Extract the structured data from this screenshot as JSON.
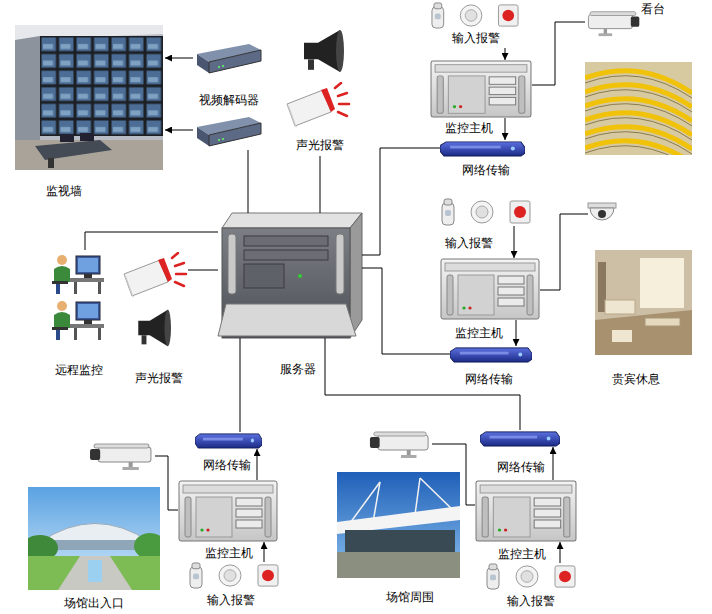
{
  "diagram": {
    "nodes": [
      {
        "text": [
          "监视墙"
        ]
      },
      {
        "text": [
          "视频解码器"
        ]
      },
      {
        "text": [
          "声光报警"
        ]
      },
      {
        "text": [
          "输入报警"
        ]
      },
      {
        "text": [
          "监控主机"
        ]
      },
      {
        "text": [
          "网络传输"
        ]
      },
      {
        "text": [
          "看台"
        ]
      },
      {
        "text": [
          "远程监控"
        ]
      },
      {
        "text": [
          "声光报警"
        ]
      },
      {
        "text": [
          "服务器"
        ]
      },
      {
        "text": [
          "输入报警"
        ]
      },
      {
        "text": [
          "监控主机"
        ]
      },
      {
        "text": [
          "网络传输"
        ]
      },
      {
        "text": [
          "贵宾休息"
        ]
      },
      {
        "text": [
          "场馆出入口"
        ]
      },
      {
        "text": [
          "网络传输"
        ]
      },
      {
        "text": [
          "监控主机"
        ]
      },
      {
        "text": [
          "输入报警"
        ]
      },
      {
        "text": [
          "场馆周围"
        ]
      },
      {
        "text": [
          "网络传输"
        ]
      },
      {
        "text": [
          "监控主机"
        ]
      },
      {
        "text": [
          "输入报警"
        ]
      }
    ],
    "edges": [
      {
        "from": 1,
        "to": 0,
        "arrow": "to"
      },
      {
        "from": 1,
        "to": 0,
        "arrow": "to"
      },
      {
        "from": 9,
        "to": 1,
        "arrow": "none"
      },
      {
        "from": 9,
        "to": 2,
        "arrow": "none"
      },
      {
        "from": 3,
        "to": 4,
        "arrow": "to"
      },
      {
        "from": 4,
        "to": 5,
        "arrow": "to"
      },
      {
        "from": 9,
        "to": 5,
        "arrow": "none"
      },
      {
        "from": 9,
        "to": 7,
        "arrow": "none"
      },
      {
        "from": 9,
        "to": 8,
        "arrow": "none"
      },
      {
        "from": 10,
        "to": 11,
        "arrow": "to"
      },
      {
        "from": 11,
        "to": 12,
        "arrow": "to"
      },
      {
        "from": 9,
        "to": 12,
        "arrow": "none"
      },
      {
        "from": 17,
        "to": 16,
        "arrow": "to"
      },
      {
        "from": 16,
        "to": 15,
        "arrow": "to"
      },
      {
        "from": 9,
        "to": 15,
        "arrow": "none"
      },
      {
        "from": 21,
        "to": 20,
        "arrow": "to"
      },
      {
        "from": 20,
        "to": 19,
        "arrow": "to"
      },
      {
        "from": 9,
        "to": 19,
        "arrow": "none"
      }
    ]
  }
}
